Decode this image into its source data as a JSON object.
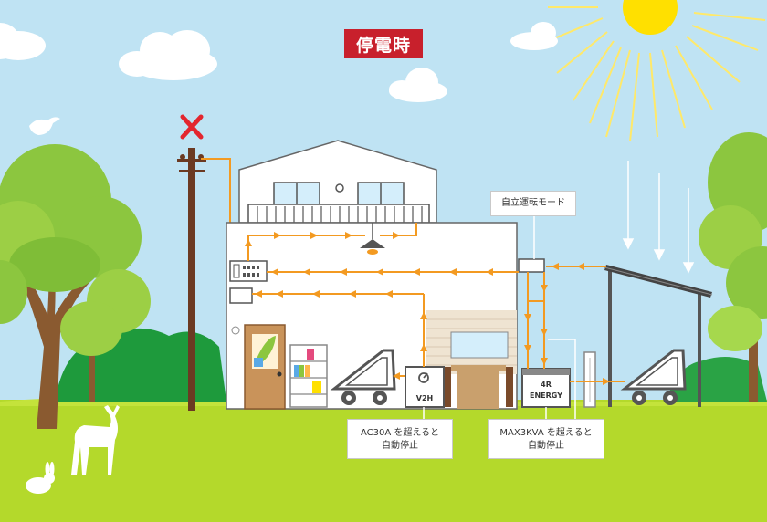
{
  "title": "停電時",
  "labels": {
    "mode": "自立運転モード",
    "v2h": "V2H",
    "energy_line1": "4R",
    "energy_line2": "ENERGY"
  },
  "callouts": {
    "ac_line1": "AC30A を超えると",
    "ac_line2": "自動停止",
    "max_line1": "MAX3KVA を超えると",
    "max_line2": "自動停止"
  },
  "colors": {
    "sky": "#bfe3f3",
    "grass": "#b4d92b",
    "flow": "#f39a21",
    "alert_red": "#c8202c",
    "sun": "#ffe000"
  }
}
